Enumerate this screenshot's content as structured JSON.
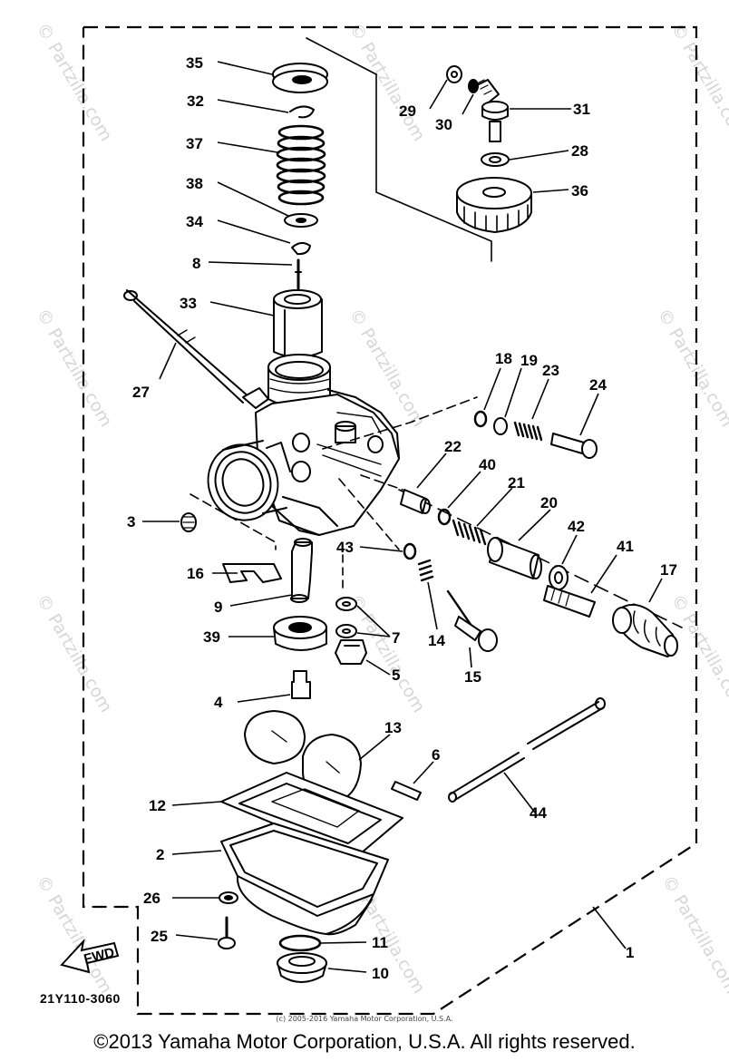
{
  "diagram": {
    "diagram_code": "21Y110-3060",
    "small_copyright": "(c) 2005-2016 Yamaha Motor Corporation, U.S.A.",
    "copyright": "©2013 Yamaha Motor Corporation, U.S.A. All rights reserved.",
    "fwd_label": "FWD",
    "watermark_text": "© Partzilla.com",
    "callouts": [
      "35",
      "32",
      "37",
      "38",
      "34",
      "8",
      "33",
      "27",
      "29",
      "30",
      "31",
      "28",
      "36",
      "18",
      "19",
      "23",
      "24",
      "22",
      "40",
      "21",
      "20",
      "42",
      "41",
      "17",
      "3",
      "43",
      "16",
      "9",
      "39",
      "7",
      "14",
      "15",
      "5",
      "4",
      "13",
      "6",
      "44",
      "12",
      "2",
      "26",
      "25",
      "11",
      "10",
      "1"
    ]
  }
}
